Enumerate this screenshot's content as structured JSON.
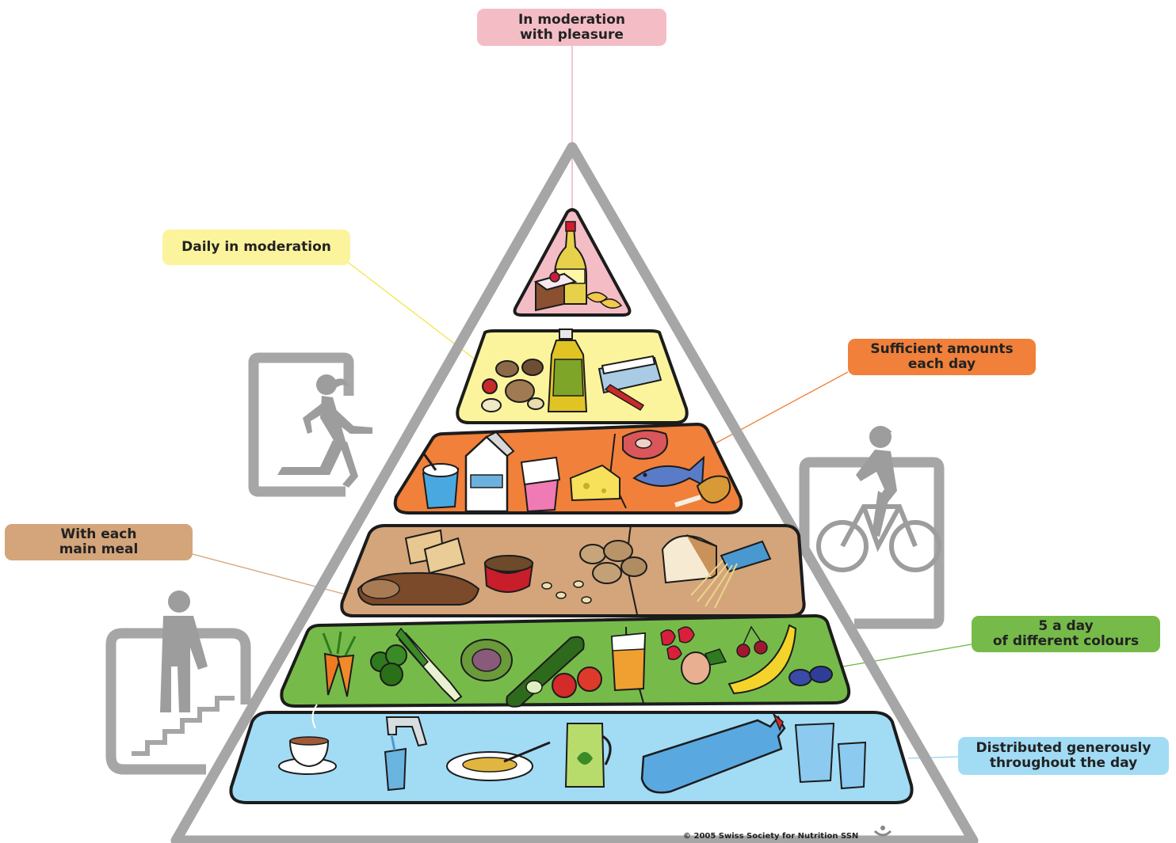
{
  "tiers": [
    {
      "id": "sweets",
      "label_lines": [
        "In moderation",
        "with pleasure"
      ],
      "color": "#f4bdc6",
      "foods": [
        "lemonade-bottle",
        "cake-slice",
        "crisps"
      ]
    },
    {
      "id": "oils-nuts",
      "label_lines": [
        "Daily in moderation"
      ],
      "color": "#fbf49c",
      "foods": [
        "nuts",
        "oil-bottle",
        "butter-dish",
        "knife"
      ]
    },
    {
      "id": "dairy-protein",
      "label_lines": [
        "Sufficient amounts",
        "each day"
      ],
      "color": "#f0803a",
      "foods": [
        "yoghurt",
        "milk-carton",
        "cream-pot",
        "cheese",
        "meat",
        "fish",
        "chicken-leg"
      ]
    },
    {
      "id": "grains-potatoes",
      "label_lines": [
        "With each",
        "main meal"
      ],
      "color": "#d4a57a",
      "foods": [
        "crackers",
        "bread",
        "cereal-bowl",
        "beans",
        "potatoes",
        "loaf",
        "pasta"
      ]
    },
    {
      "id": "fruit-vegetables",
      "label_lines": [
        "5 a day",
        "of different colours"
      ],
      "color": "#76bb4a",
      "foods": [
        "carrots",
        "broccoli",
        "leek",
        "lettuce",
        "cucumber",
        "tomatoes",
        "juice",
        "strawberries",
        "apple",
        "cherries",
        "banana",
        "plums"
      ]
    },
    {
      "id": "drinks",
      "label_lines": [
        "Distributed generously",
        "throughout the day"
      ],
      "color": "#a2dbf4",
      "foods": [
        "tea-cup",
        "tap-water",
        "soup-bowl",
        "herbal-jug",
        "water-bottle",
        "glasses"
      ]
    }
  ],
  "activities": [
    "running",
    "cycling",
    "climbing-stairs"
  ],
  "copyright": "© 2005 Swiss Society for Nutrition SSN"
}
